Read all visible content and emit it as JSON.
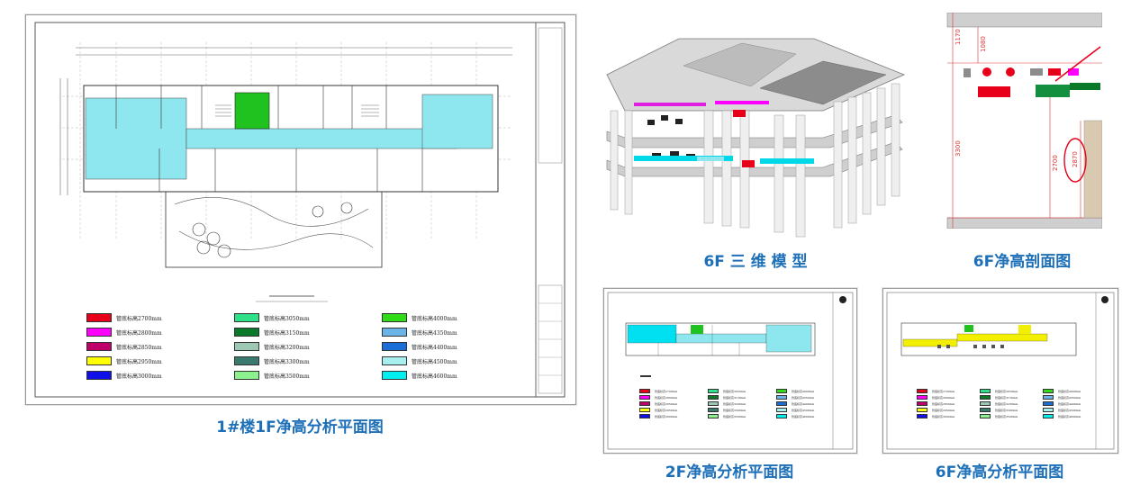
{
  "captions": {
    "plan_1f": "1#楼1F净高分析平面图",
    "model_6f": "6F 三 维 模 型",
    "section_6f": "6F净高剖面图",
    "plan_2f": "2F净高分析平面图",
    "plan_6f": "6F净高分析平面图"
  },
  "legend": {
    "items": [
      {
        "label": "管底标高2700mm",
        "color": "#e8001a"
      },
      {
        "label": "管底标高2800mm",
        "color": "#ff00ff"
      },
      {
        "label": "管底标高2850mm",
        "color": "#c0006a"
      },
      {
        "label": "管底标高2950mm",
        "color": "#ffff00"
      },
      {
        "label": "管底标高3000mm",
        "color": "#1010e8"
      },
      {
        "label": "管底标高3050mm",
        "color": "#2ee08a"
      },
      {
        "label": "管底标高3150mm",
        "color": "#0a7a2a"
      },
      {
        "label": "管底标高3200mm",
        "color": "#9cc8b4"
      },
      {
        "label": "管底标高3300mm",
        "color": "#3a7a6e"
      },
      {
        "label": "管底标高3500mm",
        "color": "#8cf08c"
      },
      {
        "label": "管底标高4000mm",
        "color": "#2edc18"
      },
      {
        "label": "管底标高4350mm",
        "color": "#6ab4e8"
      },
      {
        "label": "管底标高4400mm",
        "color": "#1a6ed8"
      },
      {
        "label": "管底标高4500mm",
        "color": "#a8f0f0"
      },
      {
        "label": "管底标高4600mm",
        "color": "#00f0f0"
      }
    ]
  },
  "section": {
    "dims": [
      "1170",
      "1080",
      "3300",
      "2700",
      "2870"
    ]
  },
  "colors": {
    "caption": "#1d6fb8",
    "zone_cyan": "#8ee6ee",
    "zone_yellow": "#f2f000",
    "zone_green": "#1fc21f"
  }
}
